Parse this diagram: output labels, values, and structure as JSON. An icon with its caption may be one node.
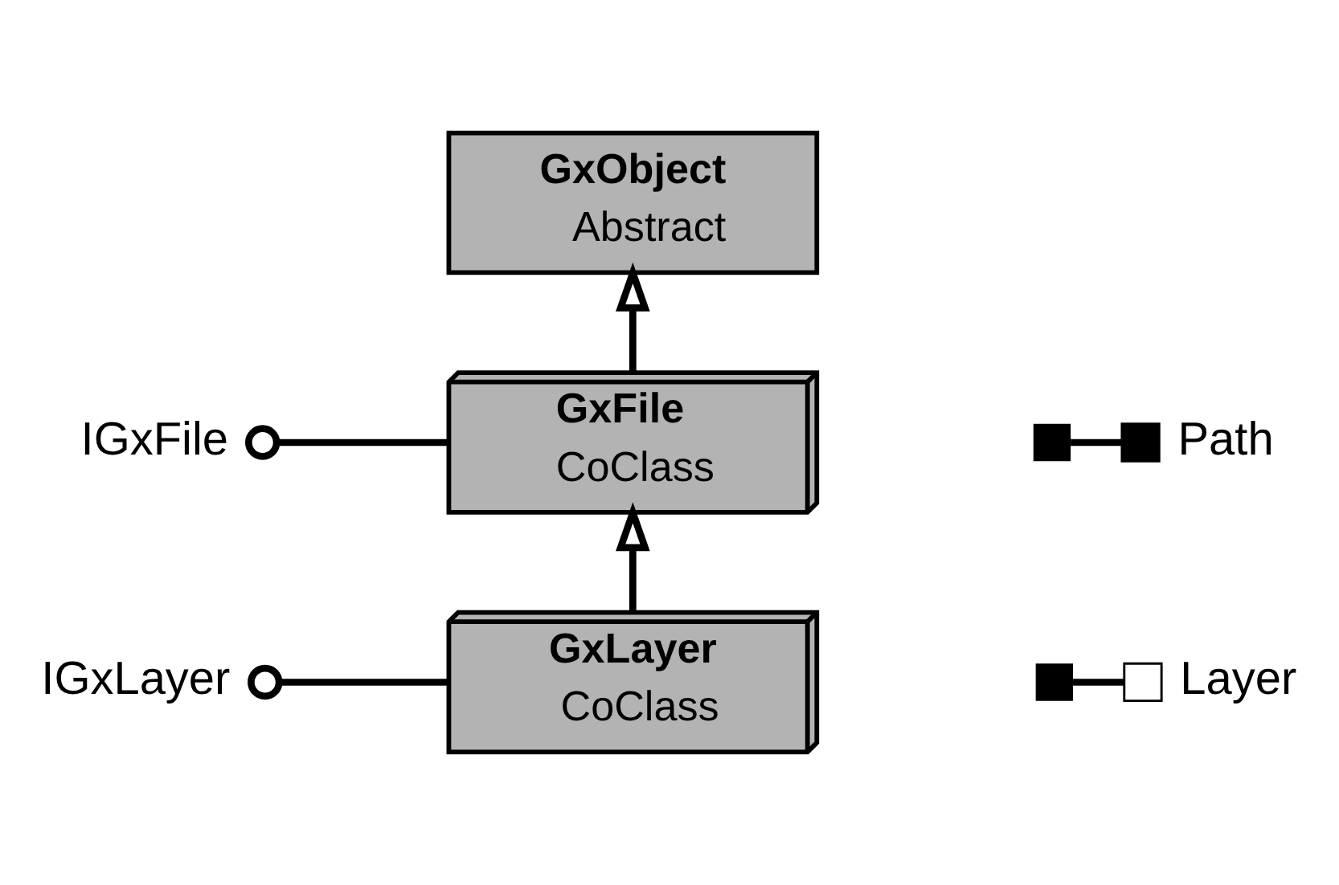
{
  "diagram": {
    "nodes": [
      {
        "text": [
          "GxObject",
          "Abstract"
        ]
      },
      {
        "text": [
          "GxFile",
          "CoClass"
        ]
      },
      {
        "text": [
          "GxLayer",
          "CoClass"
        ]
      },
      {
        "text": [
          "IGxFile"
        ]
      },
      {
        "text": [
          "IGxLayer"
        ]
      }
    ],
    "edges": [
      {
        "from": 1,
        "to": 0,
        "arrow": "to"
      },
      {
        "from": 2,
        "to": 1,
        "arrow": "to"
      },
      {
        "from": 3,
        "to": 1,
        "arrow": "other"
      },
      {
        "from": 4,
        "to": 2,
        "arrow": "other"
      }
    ],
    "legend": [
      {
        "text": "Path"
      },
      {
        "text": "Layer"
      }
    ]
  }
}
